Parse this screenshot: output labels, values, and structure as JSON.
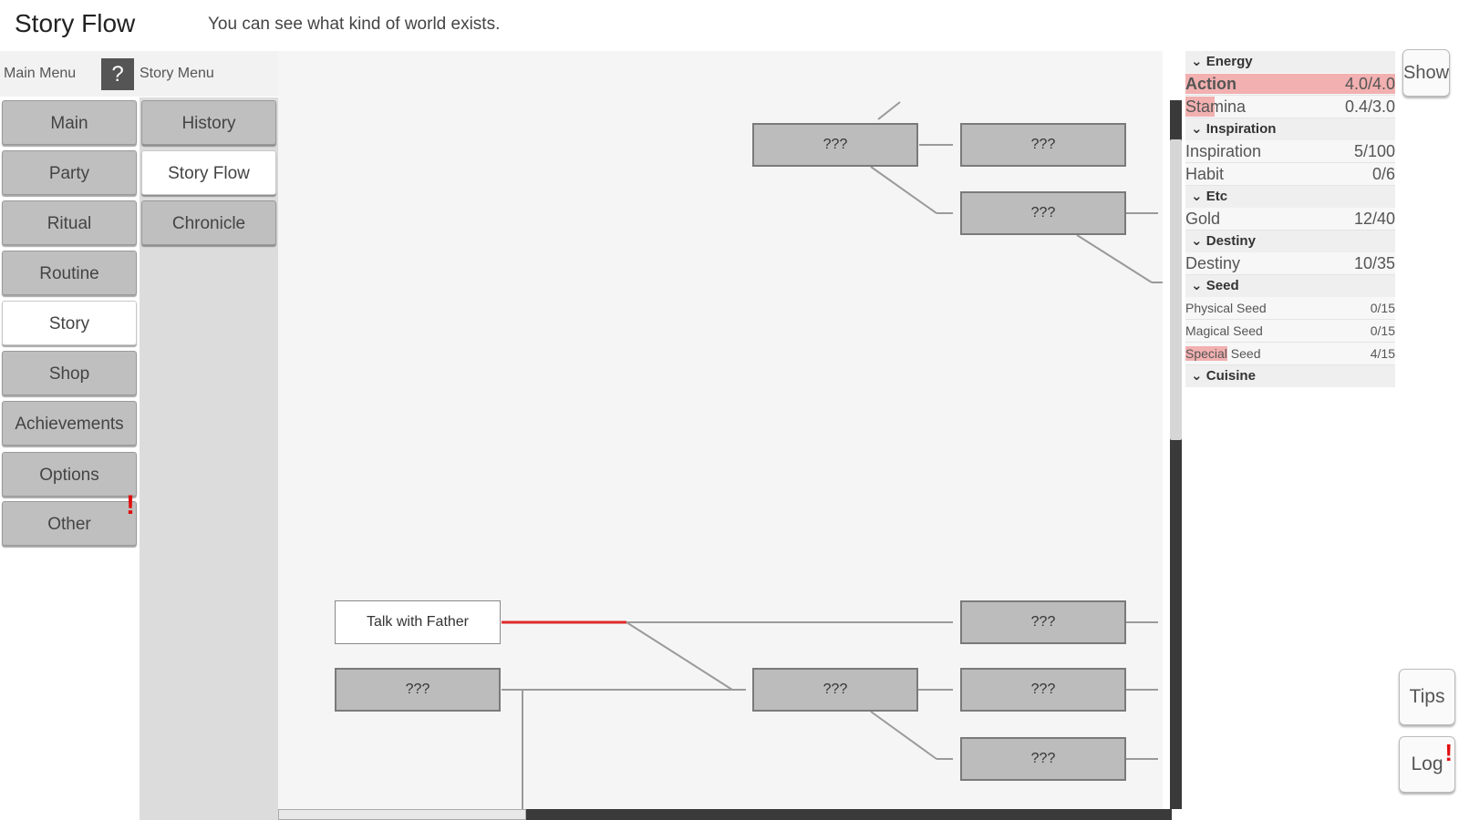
{
  "header": {
    "title": "Story Flow",
    "subtitle": "You can see what kind of world exists."
  },
  "menu_bar": {
    "main_menu_label": "Main Menu",
    "help_label": "?",
    "story_menu_label": "Story Menu"
  },
  "main_menu": [
    {
      "label": "Main",
      "active": false,
      "alert": false
    },
    {
      "label": "Party",
      "active": false,
      "alert": false
    },
    {
      "label": "Ritual",
      "active": false,
      "alert": false
    },
    {
      "label": "Routine",
      "active": false,
      "alert": false
    },
    {
      "label": "Story",
      "active": true,
      "alert": false
    },
    {
      "label": "Shop",
      "active": false,
      "alert": false
    },
    {
      "label": "Achievements",
      "active": false,
      "alert": false
    },
    {
      "label": "Options",
      "active": false,
      "alert": false
    },
    {
      "label": "Other",
      "active": false,
      "alert": true
    }
  ],
  "story_menu": [
    {
      "label": "History",
      "active": false
    },
    {
      "label": "Story Flow",
      "active": true
    },
    {
      "label": "Chronicle",
      "active": false
    }
  ],
  "alert_mark": "!",
  "story_nodes": [
    {
      "label": "???",
      "unlocked": false
    },
    {
      "label": "???",
      "unlocked": false
    },
    {
      "label": "???",
      "unlocked": false
    },
    {
      "label": "Talk with Father",
      "unlocked": true
    },
    {
      "label": "???",
      "unlocked": false
    },
    {
      "label": "???",
      "unlocked": false
    },
    {
      "label": "???",
      "unlocked": false
    },
    {
      "label": "???",
      "unlocked": false
    },
    {
      "label": "???",
      "unlocked": false
    }
  ],
  "colors": {
    "active_path": "#e02a2a",
    "path": "#9a9a9a",
    "alert": "#e01010",
    "resource_highlight": "#f2b0b0"
  },
  "resources": [
    {
      "section": "Energy",
      "rows": [
        {
          "name": "Action",
          "value": "4.0/4.0",
          "fill": 1.0,
          "bold": true
        },
        {
          "name": "Stamina",
          "value": "0.4/3.0",
          "fill": 0.14
        }
      ]
    },
    {
      "section": "Inspiration",
      "rows": [
        {
          "name": "Inspiration",
          "value": "5/100"
        },
        {
          "name": "Habit",
          "value": "0/6"
        }
      ]
    },
    {
      "section": "Etc",
      "rows": [
        {
          "name": "Gold",
          "value": "12/40"
        }
      ]
    },
    {
      "section": "Destiny",
      "rows": [
        {
          "name": "Destiny",
          "value": "10/35"
        }
      ]
    },
    {
      "section": "Seed",
      "rows": [
        {
          "name": "Physical Seed",
          "value": "0/15",
          "small": true
        },
        {
          "name": "Magical Seed",
          "value": "0/15",
          "small": true
        },
        {
          "name": "Special Seed",
          "value": "4/15",
          "small": true,
          "highlight_word": "Special",
          "rest": " Seed"
        }
      ]
    },
    {
      "section": "Cuisine",
      "rows": []
    }
  ],
  "side_buttons": {
    "show_label": "Show",
    "tips_label": "Tips",
    "log_label": "Log"
  }
}
